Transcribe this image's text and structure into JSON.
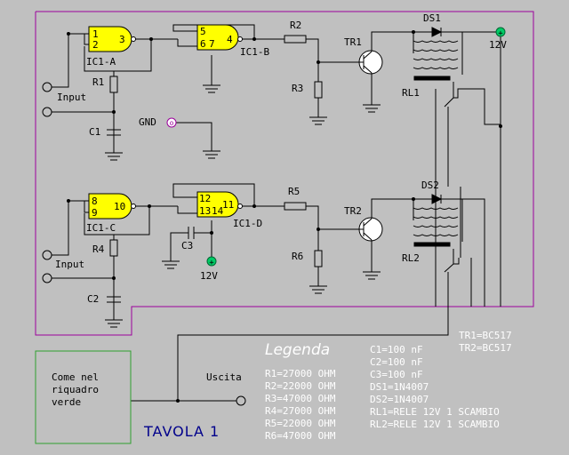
{
  "colors": {
    "background": "#c0c0c0",
    "board_outline": "#9b009b",
    "wire": "#000000",
    "box_outline": "#2ea02e",
    "gate_fill": "#ffff00",
    "power_terminal": "#00aa55",
    "gnd_terminal": "#9b009b",
    "title_text": "#00008b",
    "legend_text": "#ffffff"
  },
  "labels": {
    "input_top": "Input",
    "input_bottom": "Input",
    "ic1a": "IC1-A",
    "ic1b": "IC1-B",
    "ic1c": "IC1-C",
    "ic1d": "IC1-D",
    "r1": "R1",
    "r2": "R2",
    "r3": "R3",
    "r4": "R4",
    "r5": "R5",
    "r6": "R6",
    "c1": "C1",
    "c2": "C2",
    "c3": "C3",
    "tr1": "TR1",
    "tr2": "TR2",
    "ds1": "DS1",
    "ds2": "DS2",
    "rl1": "RL1",
    "rl2": "RL2",
    "gnd": "GND",
    "v12_top": "12V",
    "v12_c3": "12V",
    "uscita": "Uscita",
    "box_lines": [
      "Come nel",
      "riquadro",
      "verde"
    ],
    "tavola": "TAVOLA 1",
    "pins": {
      "a1": "1",
      "a2": "2",
      "a3": "3",
      "b5": "5",
      "b6": "6",
      "b7": "7",
      "b4": "4",
      "c8": "8",
      "c9": "9",
      "c10": "10",
      "d12": "12",
      "d13": "13",
      "d14": "14",
      "d11": "11"
    }
  },
  "legend": {
    "title": "Legenda",
    "resistors": [
      "R1=27000 OHM",
      "R2=22000 OHM",
      "R3=47000 OHM",
      "R4=27000 OHM",
      "R5=22000 OHM",
      "R6=47000 OHM"
    ],
    "components": [
      "C1=100 nF",
      "C2=100 nF",
      "C3=100 nF",
      "DS1=1N4007",
      "DS2=1N4007",
      "RL1=RELE 12V 1 SCAMBIO",
      "RL2=RELE 12V 1 SCAMBIO"
    ],
    "transistors": [
      "TR1=BC517",
      "TR2=BC517"
    ]
  }
}
